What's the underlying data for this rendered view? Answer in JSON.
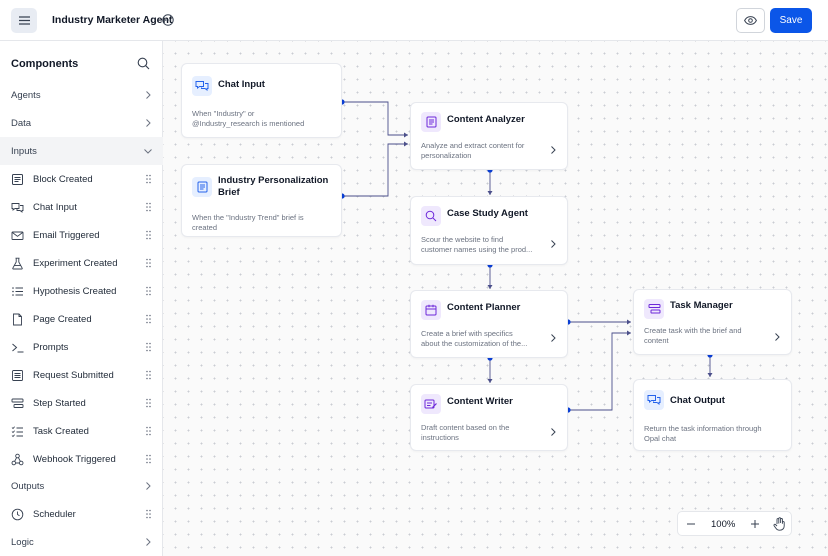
{
  "header": {
    "title": "Industry Marketer Agent",
    "save_label": "Save"
  },
  "sidebar": {
    "heading": "Components",
    "categories": {
      "agents": "Agents",
      "data": "Data",
      "inputs": "Inputs",
      "outputs": "Outputs",
      "logic": "Logic"
    },
    "input_items": [
      {
        "label": "Block Created",
        "icon": "document-icon"
      },
      {
        "label": "Chat Input",
        "icon": "chat-icon"
      },
      {
        "label": "Email Triggered",
        "icon": "mail-icon"
      },
      {
        "label": "Experiment Created",
        "icon": "flask-icon"
      },
      {
        "label": "Hypothesis Created",
        "icon": "list-icon"
      },
      {
        "label": "Page Created",
        "icon": "page-icon"
      },
      {
        "label": "Prompts",
        "icon": "terminal-icon"
      },
      {
        "label": "Request Submitted",
        "icon": "form-icon"
      },
      {
        "label": "Step Started",
        "icon": "steps-icon"
      },
      {
        "label": "Task Created",
        "icon": "checklist-icon"
      },
      {
        "label": "Webhook Triggered",
        "icon": "webhook-icon"
      }
    ],
    "output_items": [
      {
        "label": "Scheduler",
        "icon": "clock-icon"
      }
    ]
  },
  "nodes": {
    "chat_input": {
      "title": "Chat Input",
      "desc1": "When \"Industry\" or",
      "desc2": "@Industry_research is mentioned"
    },
    "industry_brief": {
      "title1": "Industry Personalization",
      "title2": "Brief",
      "desc1": "When the \"Industry Trend\" brief is",
      "desc2": "created"
    },
    "content_analyzer": {
      "title": "Content Analyzer",
      "desc1": "Analyze and extract content for",
      "desc2": "personalization"
    },
    "case_study": {
      "title": "Case Study Agent",
      "desc1": "Scour the website to find",
      "desc2": "customer names using the prod..."
    },
    "content_planner": {
      "title": "Content Planner",
      "desc1": "Create a brief with specifics",
      "desc2": "about the customization of the..."
    },
    "content_writer": {
      "title": "Content Writer",
      "desc1": "Draft content based on the",
      "desc2": "instructions"
    },
    "task_manager": {
      "title": "Task Manager",
      "desc1": "Create task with the brief and",
      "desc2": "content"
    },
    "chat_output": {
      "title": "Chat Output",
      "desc1": "Return the task information through",
      "desc2": "Opal chat"
    }
  },
  "zoom": {
    "level": "100%"
  },
  "colors": {
    "accent": "#0b56e8",
    "wire": "#4b4f8a",
    "port": "#0b3fd6"
  }
}
